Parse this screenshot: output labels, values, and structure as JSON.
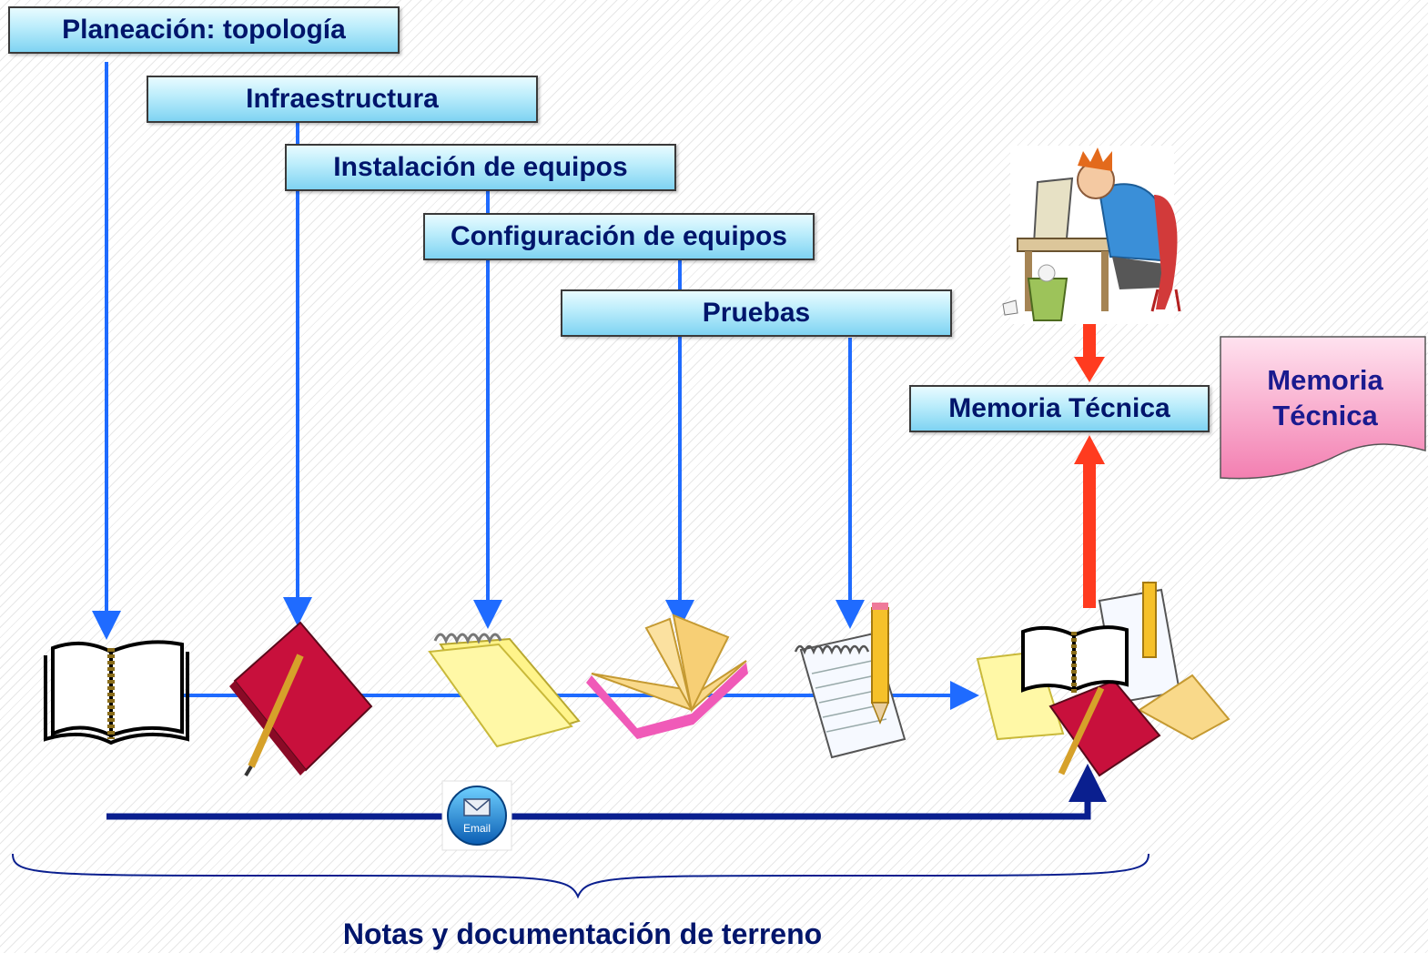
{
  "phases": {
    "planeacion": "Planeación: topología",
    "infraestructura": "Infraestructura",
    "instalacion": "Instalación de equipos",
    "configuracion": "Configuración de equipos",
    "pruebas": "Pruebas"
  },
  "memoria_tecnica_box": "Memoria Técnica",
  "memoria_tecnica_document": [
    "Memoria",
    "Técnica"
  ],
  "email_icon_label": "Email",
  "footer_label": "Notas y documentación de terreno",
  "icons": [
    "open-book-icon",
    "red-notebook-icon",
    "yellow-notepad-icon",
    "fanned-book-icon",
    "outline-notepad-icon",
    "document-pile-icon",
    "email-icon",
    "stressed-programmer-icon",
    "document-shape-icon"
  ],
  "colors": {
    "phase_text": "#00156b",
    "blue_arrow": "#1f6bff",
    "dark_blue_arrow": "#0a1f8f",
    "red_arrow": "#ff3b1f"
  }
}
